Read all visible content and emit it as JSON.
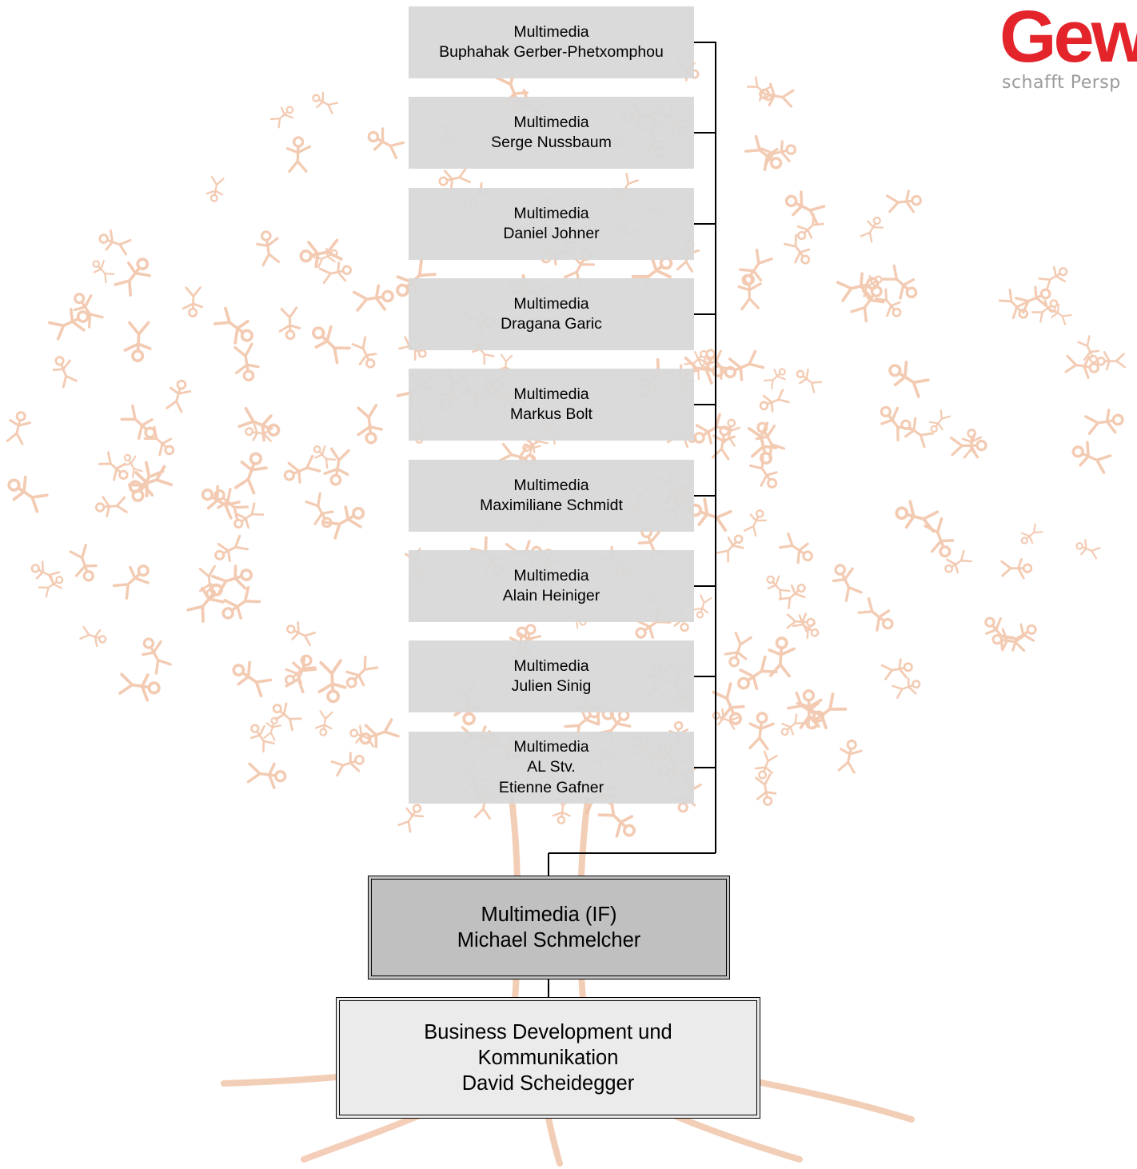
{
  "logo": {
    "brand": "Gew",
    "tagline": "schafft Persp",
    "brand_color": "#e3242b",
    "tagline_color": "#9a9a9a"
  },
  "colors": {
    "background_figures": "#f1c2a6",
    "member_box": "#d8d8d8",
    "lead_box": "#c0c0c0",
    "root_box": "#ebebeb",
    "connector": "#000000"
  },
  "members": [
    {
      "lines": [
        "Multimedia",
        "Buphahak Gerber-Phetxomphou"
      ]
    },
    {
      "lines": [
        "Multimedia",
        "Serge Nussbaum"
      ]
    },
    {
      "lines": [
        "Multimedia",
        "Daniel Johner"
      ]
    },
    {
      "lines": [
        "Multimedia",
        "Dragana Garic"
      ]
    },
    {
      "lines": [
        "Multimedia",
        "Markus Bolt"
      ]
    },
    {
      "lines": [
        "Multimedia",
        "Maximiliane Schmidt"
      ]
    },
    {
      "lines": [
        "Multimedia",
        "Alain Heiniger"
      ]
    },
    {
      "lines": [
        "Multimedia",
        "Julien Sinig"
      ]
    },
    {
      "lines": [
        "Multimedia",
        "AL Stv.",
        "Etienne Gafner"
      ]
    }
  ],
  "lead": {
    "lines": [
      "Multimedia (IF)",
      "Michael Schmelcher"
    ]
  },
  "root": {
    "lines": [
      "Business Development und",
      "Kommunikation",
      "David Scheidegger"
    ]
  }
}
